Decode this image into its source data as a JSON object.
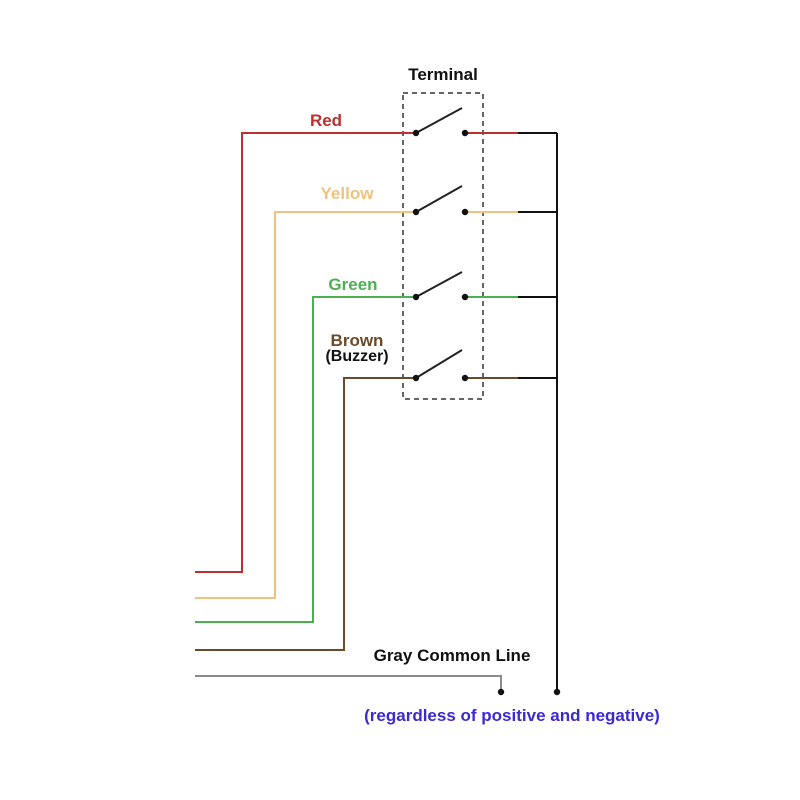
{
  "diagram": {
    "terminal_label": "Terminal",
    "note": "(regardless of positive and negative)",
    "common_line_label": "Gray Common Line",
    "buzzer_label": "(Buzzer)",
    "wires": [
      {
        "name": "Red",
        "color": "#b8312f"
      },
      {
        "name": "Yellow",
        "color": "#f1c27d"
      },
      {
        "name": "Green",
        "color": "#4caf50"
      },
      {
        "name": "Brown",
        "color": "#6b4a2b"
      }
    ],
    "colors": {
      "gray_line": "#8c8c8c",
      "common_black": "#111111",
      "note_text": "#3b2ad1",
      "label_black": "#111111"
    }
  }
}
